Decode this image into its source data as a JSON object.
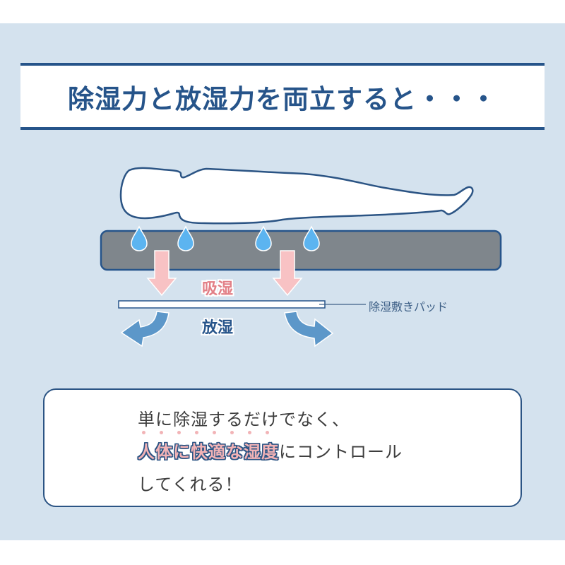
{
  "title": {
    "text": "除湿力と放湿力を両立すると・・・"
  },
  "diagram": {
    "absorb_label": "吸湿",
    "release_label": "放湿",
    "pad_label": "除湿敷きパッド",
    "elements": {
      "body": "person-lying-icon",
      "mattress": "mattress",
      "drops": [
        "water-drop-icon",
        "water-drop-icon",
        "water-drop-icon",
        "water-drop-icon"
      ],
      "absorb_arrows": [
        "arrow-down-icon",
        "arrow-down-icon"
      ],
      "release_arrows": [
        "curved-arrow-left-icon",
        "curved-arrow-right-icon"
      ]
    },
    "colors": {
      "panel_bg": "#d4e2ee",
      "outline": "#26548a",
      "mattress": "#7f868c",
      "drop": "#5cb4f0",
      "absorb_arrow": "#f8c2c4",
      "release_arrow": "#5c97c9",
      "absorb_text": "#e27f86"
    }
  },
  "message": {
    "line1": "単に除湿するだけでなく、",
    "line2_highlight": "人体に快適な湿度",
    "line2_rest": "にコントロール",
    "line3": "してくれる！",
    "emphasis_dot_count": 8,
    "highlight_color": "#f2b3b6"
  }
}
